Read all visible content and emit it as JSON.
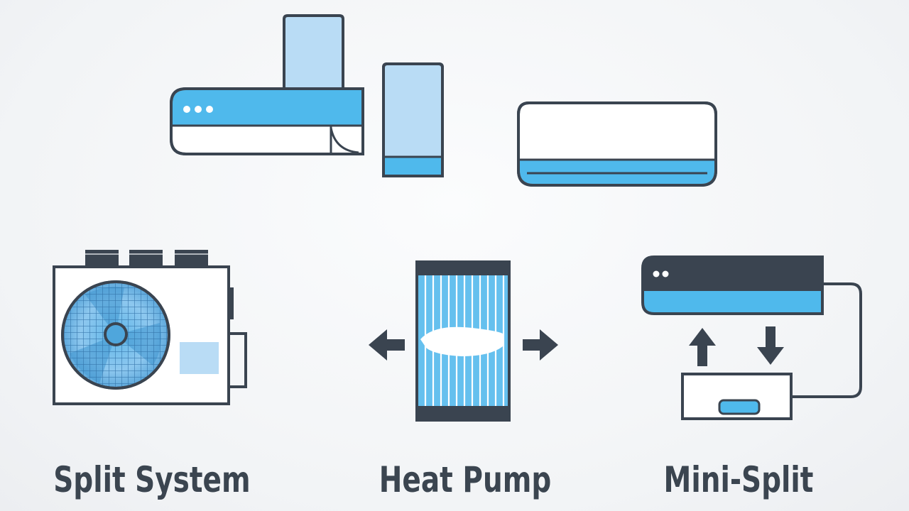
{
  "labels": {
    "split_system": "Split System",
    "heat_pump": "Heat Pump",
    "mini_split": "Mini-Split"
  },
  "colors": {
    "accent_blue": "#4fb9ec",
    "light_blue": "#b9dcf5",
    "outline": "#3a4450",
    "panel": "#ffffff",
    "background": "#f2f4f6"
  },
  "icons": [
    "wall-mounted-ac-icon",
    "tall-duct-panel-icon",
    "portable-tower-unit-icon",
    "slim-wall-ac-icon",
    "outdoor-condenser-icon",
    "heat-pump-coil-icon",
    "left-arrow-icon",
    "right-arrow-icon",
    "mini-split-indoor-unit-icon",
    "up-arrow-icon",
    "down-arrow-icon",
    "mini-split-outdoor-unit-icon",
    "refrigerant-line-icon"
  ]
}
